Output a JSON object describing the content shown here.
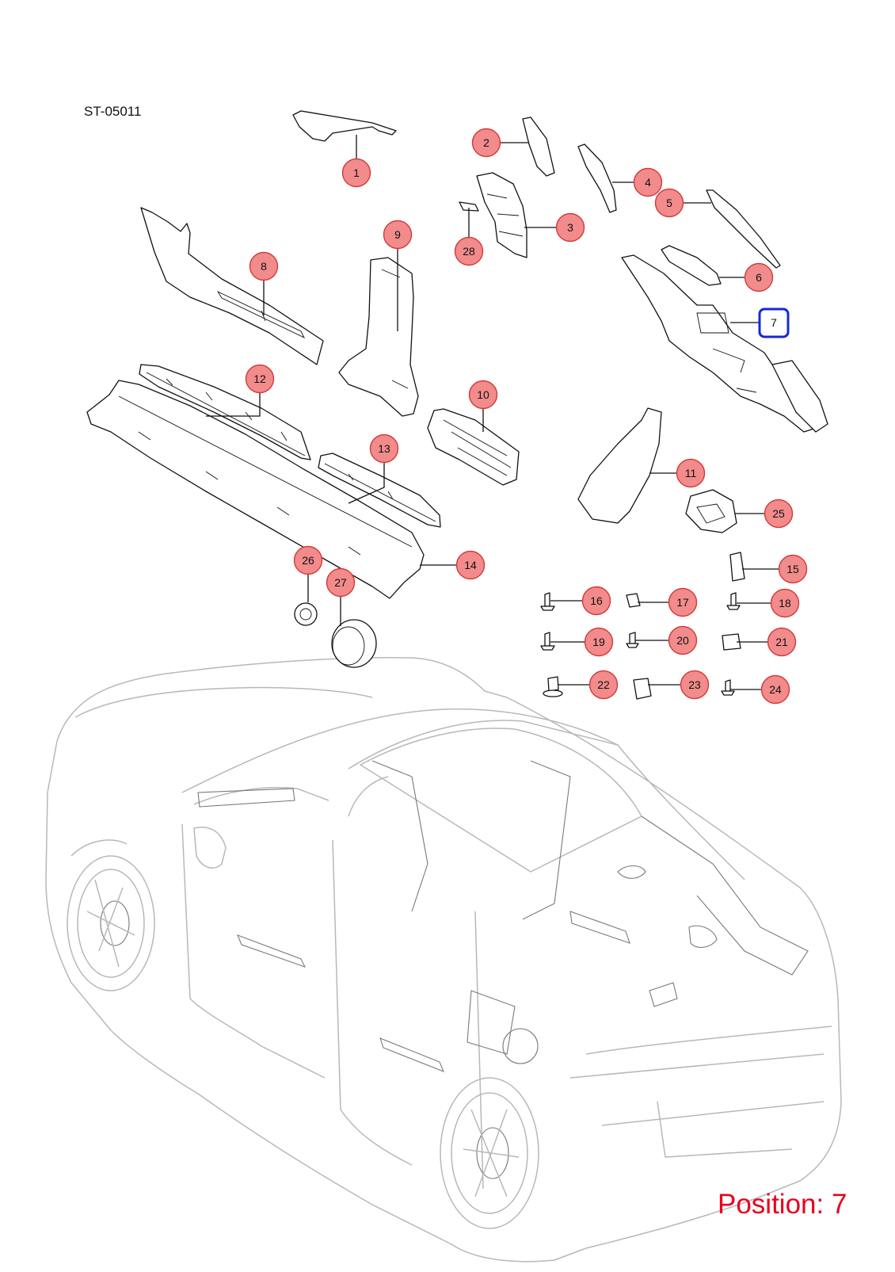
{
  "diagram_code": "ST-05011",
  "position_label": "Position: 7",
  "selected_position": "7",
  "colors": {
    "callout_fill": "#f28b8b",
    "callout_stroke": "#d33a3a",
    "selection": "#1428d8",
    "position_text": "#e8001c"
  },
  "callouts": [
    {
      "id": "1"
    },
    {
      "id": "2"
    },
    {
      "id": "3"
    },
    {
      "id": "4"
    },
    {
      "id": "5"
    },
    {
      "id": "6"
    },
    {
      "id": "7"
    },
    {
      "id": "8"
    },
    {
      "id": "9"
    },
    {
      "id": "10"
    },
    {
      "id": "11"
    },
    {
      "id": "12"
    },
    {
      "id": "13"
    },
    {
      "id": "14"
    },
    {
      "id": "15"
    },
    {
      "id": "16"
    },
    {
      "id": "17"
    },
    {
      "id": "18"
    },
    {
      "id": "19"
    },
    {
      "id": "20"
    },
    {
      "id": "21"
    },
    {
      "id": "22"
    },
    {
      "id": "23"
    },
    {
      "id": "24"
    },
    {
      "id": "25"
    },
    {
      "id": "26"
    },
    {
      "id": "27"
    },
    {
      "id": "28"
    }
  ]
}
